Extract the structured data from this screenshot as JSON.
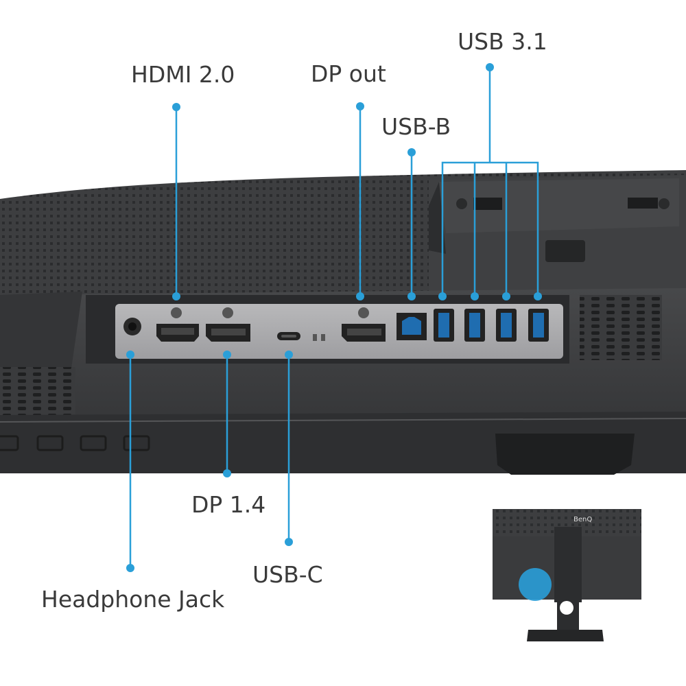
{
  "labels": {
    "hdmi": "HDMI 2.0",
    "dp_out": "DP out",
    "usb31": "USB 3.1",
    "usbb": "USB-B",
    "dp14": "DP 1.4",
    "usbc": "USB-C",
    "headphone": "Headphone Jack"
  },
  "thumbnail": {
    "brand": "BenQ"
  },
  "colors": {
    "callout": "#2a9fd8",
    "body_dark": "#3a3b3d",
    "panel_gray": "#a9a9ab",
    "text": "#3a3a3a"
  }
}
